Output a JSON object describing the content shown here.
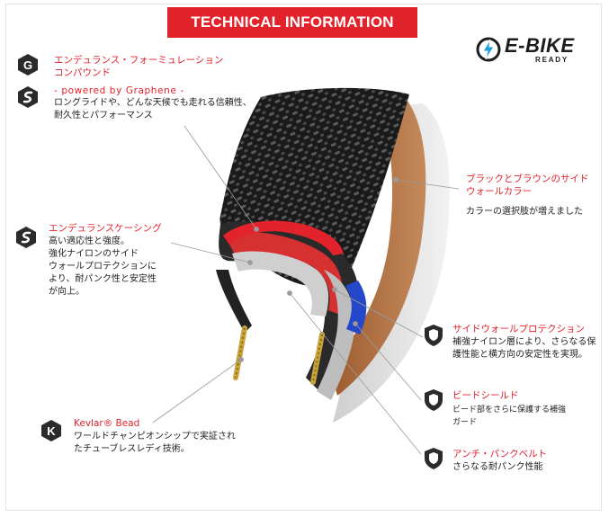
{
  "title": "TECHNICAL INFORMATION",
  "badge": {
    "line1": "E-BIKE",
    "line2": "READY",
    "accent": "#1aa0d8"
  },
  "colors": {
    "accent": "#e3232b",
    "text": "#222222",
    "icon": "#2b2b2b"
  },
  "features": [
    {
      "icons": [
        "graphene-g-hex-icon",
        "endurance-s-hex-icon"
      ],
      "heading": "エンデュランス・フォーミュレーション\nコンパウンド",
      "subheading": "- powered by Graphene -",
      "body": "ロングライドや、どんな天候でも走れる信頼性、\n耐久性とパフォーマンス"
    },
    {
      "icons": [
        "endurance-casing-hex-icon"
      ],
      "heading": "エンデュランスケーシング",
      "body": "高い適応性と強度。\n強化ナイロンのサイド\nウォールプロテクションに\nより、耐パンク性と安定性\nが向上。"
    },
    {
      "icons": [
        "kevlar-k-hex-icon"
      ],
      "heading": "Kevlar® Bead",
      "body": "ワールドチャンピオンシップで実証され\nたチューブレスレディ技術。"
    },
    {
      "icons": [],
      "heading": "ブラックとブラウンのサイド\nウォールカラー",
      "body": "カラーの選択肢が増えました"
    },
    {
      "icons": [
        "shield-icon"
      ],
      "heading": "サイドウォールプロテクション",
      "body": "補強ナイロン層により、さらなる保\n護性能と横方向の安定性を実現。"
    },
    {
      "icons": [
        "shield-icon"
      ],
      "heading": "ビードシールド",
      "body": "ビード部をさらに保護する補強\nガード"
    },
    {
      "icons": [
        "shield-icon"
      ],
      "heading": "アンチ・パンクベルト",
      "body": "さらなる耐パンク性能"
    }
  ]
}
